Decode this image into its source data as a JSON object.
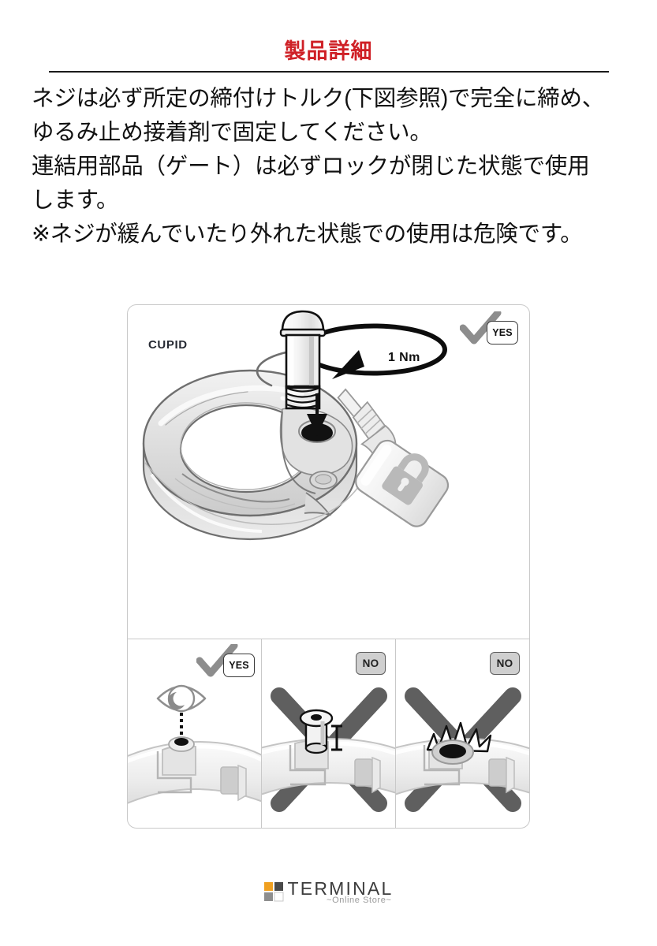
{
  "header": {
    "title": "製品詳細",
    "title_color": "#cf2026",
    "rule_color": "#1a1a1a"
  },
  "body": {
    "paragraphs": [
      "ネジは必ず所定の締付けトルク(下図参照)で完全に締め、",
      "ゆるみ止め接着剤で固定してください。",
      "連結用部品（ゲート）は必ずロックが閉じた状態で使用",
      "します。",
      "※ネジが緩んでいたり外れた状態での使用は危険です。"
    ]
  },
  "diagram": {
    "brand_label": "CUPID",
    "torque_label": "1 Nm",
    "main_panel": {
      "badge": "YES",
      "icons": {
        "check": "check-icon",
        "screw": "screw-icon",
        "rotation_arrow": "rotation-arrow-icon",
        "insert_arrow": "down-arrow-icon",
        "glue_bottle": "threadlocker-bottle-icon",
        "padlock": "padlock-icon",
        "ring": "gate-ring-icon"
      }
    },
    "sub_panels": [
      {
        "badge": "YES",
        "badge_type": "yes",
        "icons": {
          "eye": "eye-inspect-icon",
          "dotted_line": "sightline-icon",
          "gate": "gate-band-icon",
          "screw_state": "screw-flush-icon"
        }
      },
      {
        "badge": "NO",
        "badge_type": "no",
        "icons": {
          "cross": "cross-out-icon",
          "gate": "gate-band-icon",
          "screw_state": "screw-protruding-icon",
          "gap_marker": "gap-measure-icon"
        }
      },
      {
        "badge": "NO",
        "badge_type": "no",
        "icons": {
          "cross": "cross-out-icon",
          "gate": "gate-band-icon",
          "screw_state": "screw-missing-icon",
          "burst": "impact-burst-icon"
        }
      }
    ],
    "colors": {
      "frame": "#c9c9c9",
      "metal_light": "#efefef",
      "metal_mid": "#d6d6d6",
      "metal_dark": "#b6b6b6",
      "outline": "#6b6b6b",
      "cross": "#5f5f5f",
      "check": "#8d8d8d",
      "badge_no_fill": "#cfcfcf"
    }
  },
  "footer": {
    "logo_text": "TERMINAL",
    "logo_tagline": "~Online Store~",
    "logo_colors": {
      "orange": "#f0a020",
      "dark": "#4a4a4a",
      "gray": "#8e8e8e",
      "white": "#ffffff"
    }
  }
}
